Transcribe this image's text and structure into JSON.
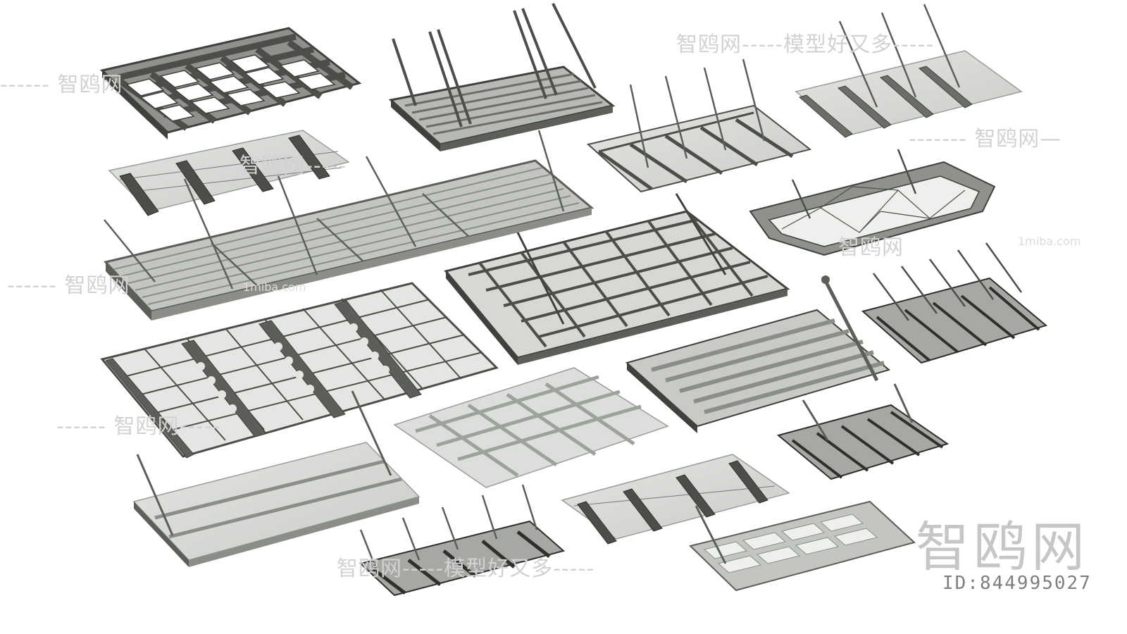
{
  "watermarks": {
    "top_center": "智鸥网-----模型好又多-----",
    "top_left": "------ 智鸥网",
    "right_upper": "------- 智鸥网—",
    "mid_left_line": "------ 智鸥网",
    "mid_center": "智鸥网-----",
    "mid_right": "智鸥网",
    "site_left": "1miba.com",
    "site_right": "1miba.com",
    "lower_left": "------ 智鸥网-----",
    "bottom_center": "智鸥网-----模型好又多-----",
    "brand_big": "智鸥网",
    "model_id": "ID:844995027"
  },
  "colors": {
    "steel": "#5b5f58",
    "steel_dark": "#3e413c",
    "glass": "#d4d7d3",
    "glass_edge": "#9a9e98",
    "background": "#ffffff"
  }
}
